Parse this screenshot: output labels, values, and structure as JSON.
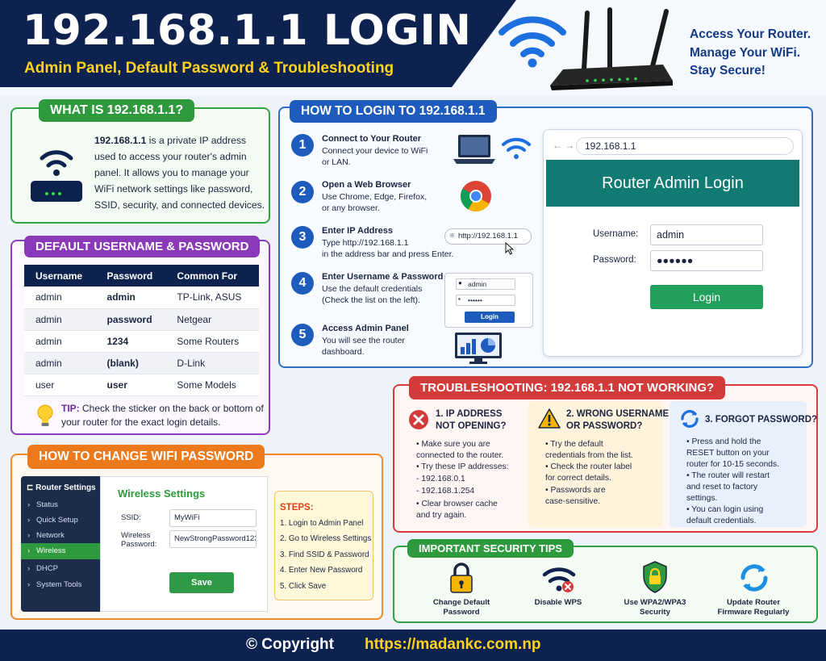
{
  "header": {
    "title": "192.168.1.1 LOGIN",
    "subtitle": "Admin Panel, Default Password & Troubleshooting",
    "slogan": [
      "Access Your Router.",
      "Manage Your WiFi.",
      "Stay Secure!"
    ]
  },
  "what_is": {
    "heading": "WHAT IS 192.168.1.1?",
    "ip_bold": "192.168.1.1",
    "text": " is a private IP address used to access your router's admin panel. It allows you to manage your WiFi network settings like password, SSID, security, and connected devices."
  },
  "default_creds": {
    "heading": "DEFAULT USERNAME & PASSWORD",
    "columns": [
      "Username",
      "Password",
      "Common For"
    ],
    "rows": [
      [
        "admin",
        "admin",
        "TP-Link, ASUS"
      ],
      [
        "admin",
        "password",
        "Netgear"
      ],
      [
        "admin",
        "1234",
        "Some Routers"
      ],
      [
        "admin",
        "(blank)",
        "D-Link"
      ],
      [
        "user",
        "user",
        "Some Models"
      ]
    ],
    "tip_label": "TIP:",
    "tip_text": " Check the sticker on the back or bottom of your router for the exact login details."
  },
  "change_wifi": {
    "heading": "HOW TO CHANGE WIFI PASSWORD",
    "sidebar_title": "Router Settings",
    "sidebar_items": [
      "Status",
      "Quick Setup",
      "Network",
      "Wireless",
      "DHCP",
      "System Tools"
    ],
    "panel_title": "Wireless Settings",
    "ssid_label": "SSID:",
    "ssid_value": "MyWiFi",
    "pw_label_1": "Wireless",
    "pw_label_2": "Password:",
    "pw_value": "NewStrongPassword123",
    "save_label": "Save",
    "steps_title": "STEPS:",
    "steps": [
      "1. Login to Admin Panel",
      "2. Go to Wireless Settings",
      "3. Find SSID & Password",
      "4. Enter New Password",
      "5. Click Save"
    ]
  },
  "login": {
    "heading": "HOW TO LOGIN TO 192.168.1.1",
    "steps": [
      {
        "num": "1",
        "title": "Connect to Your Router",
        "desc": [
          "Connect your device to WiFi",
          "or LAN."
        ]
      },
      {
        "num": "2",
        "title": "Open a Web Browser",
        "desc": [
          "Use Chrome, Edge, Firefox,",
          "or any browser."
        ]
      },
      {
        "num": "3",
        "title": "Enter IP Address",
        "desc": [
          "Type http://192.168.1.1",
          "in the address bar and press Enter."
        ]
      },
      {
        "num": "4",
        "title": "Enter Username & Password",
        "desc": [
          "Use the default credentials",
          "(Check the list on the left)."
        ]
      },
      {
        "num": "5",
        "title": "Access Admin Panel",
        "desc": [
          "You will see the router",
          "dashboard."
        ]
      }
    ],
    "url_mini": "http://192.168.1.1",
    "mini_user": "admin",
    "mini_pass": "••••••",
    "mini_btn": "Login",
    "browser": {
      "nav": "←  →",
      "url": "192.168.1.1",
      "title": "Router Admin Login",
      "username_label": "Username:",
      "username_value": "admin",
      "password_label": "Password:",
      "password_value": "●●●●●●",
      "button": "Login"
    }
  },
  "troubleshooting": {
    "heading": "TROUBLESHOOTING: 192.168.1.1 NOT WORKING?",
    "columns": [
      {
        "title": [
          "1. IP ADDRESS",
          "NOT OPENING?"
        ],
        "lines": [
          "• Make sure you are",
          "  connected to the router.",
          "• Try these IP addresses:",
          "  - 192.168.0.1",
          "  - 192.168.1.254",
          "• Clear browser cache",
          "  and try again."
        ]
      },
      {
        "title": [
          "2. WRONG USERNAME",
          "OR PASSWORD?"
        ],
        "lines": [
          "• Try the default",
          "  credentials from the list.",
          "• Check the router label",
          "  for correct details.",
          "• Passwords are",
          "  case-sensitive."
        ]
      },
      {
        "title": [
          "3. FORGOT PASSWORD?"
        ],
        "lines": [
          "• Press and hold the",
          "  RESET button on your",
          "  router for 10-15 seconds.",
          "• The router will restart",
          "  and reset to factory",
          "  settings.",
          "• You can login using",
          "  default credentials."
        ]
      }
    ]
  },
  "security": {
    "heading": "IMPORTANT SECURITY TIPS",
    "items": [
      {
        "label": [
          "Change Default",
          "Password"
        ],
        "icon": "padlock-icon"
      },
      {
        "label": [
          "Disable WPS"
        ],
        "icon": "wifi-disabled-icon"
      },
      {
        "label": [
          "Use WPA2/WPA3",
          "Security"
        ],
        "icon": "shield-lock-icon"
      },
      {
        "label": [
          "Update Router",
          "Firmware Regularly"
        ],
        "icon": "refresh-icon"
      }
    ]
  },
  "footer": {
    "copyright": "© Copyright",
    "url": "https://madankc.com.np"
  },
  "colors": {
    "navy": "#0e2250",
    "green": "#2f9a3d",
    "purple": "#8a39b8",
    "orange": "#ec7a1c",
    "blue": "#1d5bbd",
    "red": "#d33a3a",
    "yellow": "#ffd21f",
    "teal": "#117a72"
  }
}
